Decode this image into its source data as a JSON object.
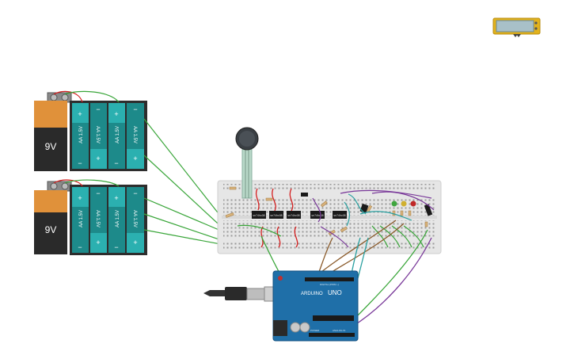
{
  "batteries_9v": [
    {
      "label": "9V"
    },
    {
      "label": "9V"
    }
  ],
  "aa_packs": [
    {
      "cells": [
        "AA 1.5V",
        "AA 1.5V",
        "AA 1.5V",
        "AA 1.5V"
      ]
    },
    {
      "cells": [
        "AA 1.5V",
        "AA 1.5V",
        "AA 1.5V",
        "AA 1.5V"
      ]
    }
  ],
  "ic_chips": [
    {
      "label": "sn74hc08"
    },
    {
      "label": "sn74hc08"
    },
    {
      "label": "sn74hc08"
    },
    {
      "label": "sn74hc08"
    },
    {
      "label": "sn74hc08"
    }
  ],
  "arduino": {
    "brand": "ARDUINO",
    "model": "UNO",
    "digital_label": "DIGITAL (PWM ~)",
    "power_label": "POWER",
    "analog_label": "ANALOG IN"
  },
  "colors": {
    "breadboard": "#e6e6e6",
    "arduino_board": "#1f6fa8",
    "battery_9v_top": "#e0913a",
    "battery_9v_body": "#2a2a2a",
    "aa_cell": "#1d8a8a",
    "aa_cell_dark": "#166e6e",
    "wire_green": "#3aa63a",
    "wire_purple": "#7a3a9a",
    "wire_brown": "#8a5a2a",
    "wire_red": "#d42020",
    "wire_teal": "#2aa0a0",
    "lcd_frame": "#e2b21c",
    "lcd_screen": "#a8c0c8",
    "led_green": "#3fa63f",
    "led_yellow": "#d0b030",
    "led_red": "#c02828"
  },
  "icons": [
    "battery-9v-icon",
    "aa-battery-pack-icon",
    "breadboard-icon",
    "force-sensor-icon",
    "arduino-uno-icon",
    "usb-cable-icon",
    "lcd-icon",
    "led-icon",
    "resistor-icon",
    "ic-chip-icon"
  ]
}
